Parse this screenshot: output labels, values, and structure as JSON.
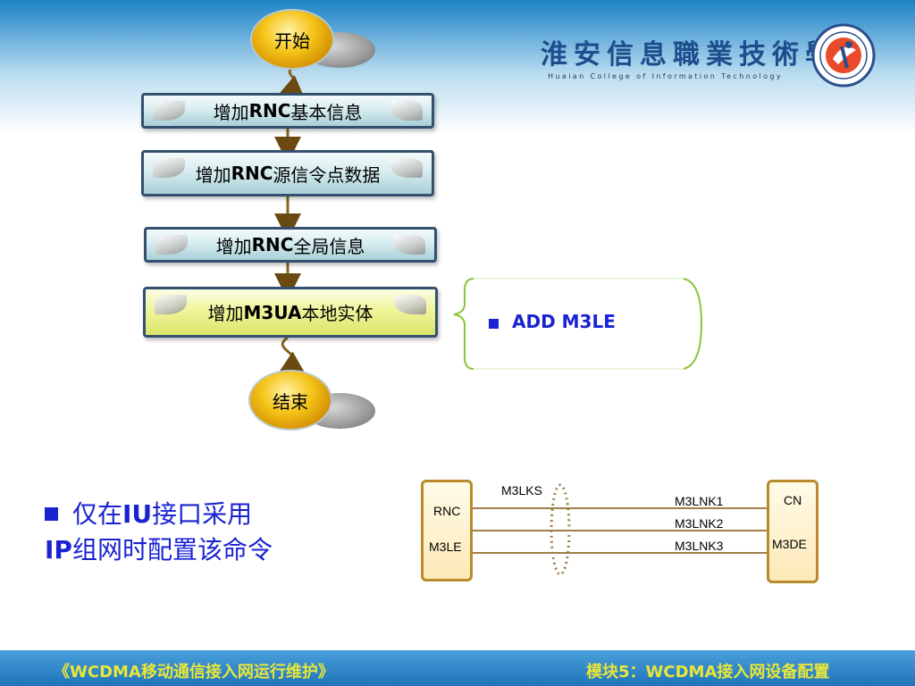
{
  "header": {
    "college_name": "淮安信息職業技術學院",
    "college_name_en": "Huaian College of Information Technology"
  },
  "flowchart": {
    "start_label": "开始",
    "steps": [
      {
        "label_pre": "增加",
        "label_bold": "RNC",
        "label_post": "基本信息"
      },
      {
        "label_pre": "增加",
        "label_bold": "RNC",
        "label_post": "源信令点数据"
      },
      {
        "label_pre": "增加",
        "label_bold": "RNC",
        "label_post": "全局信息"
      },
      {
        "label_pre": "增加",
        "label_bold": "M3UA",
        "label_post": "本地实体"
      }
    ],
    "end_label": "结束",
    "command_label": "ADD M3LE"
  },
  "note": {
    "line1_pre": "仅在",
    "line1_bold": "IU",
    "line1_post": "接口采用",
    "line2_bold": "IP",
    "line2_post": "组网时配置该命令"
  },
  "link_diagram": {
    "left_node": {
      "name": "RNC",
      "entity": "M3LE"
    },
    "right_node": {
      "name": "CN",
      "entity": "M3DE"
    },
    "link_set_label": "M3LKS",
    "links": [
      "M3LNK1",
      "M3LNK2",
      "M3LNK3"
    ]
  },
  "footer": {
    "course_title": "《WCDMA移动通信接入网运行维护》",
    "module_title": "模块5：WCDMA接入网设备配置"
  },
  "colors": {
    "accent_text": "#1a23d0",
    "header_blue": "#1d82c3",
    "footer_text": "#e8e63a",
    "link_line": "#a08048"
  }
}
